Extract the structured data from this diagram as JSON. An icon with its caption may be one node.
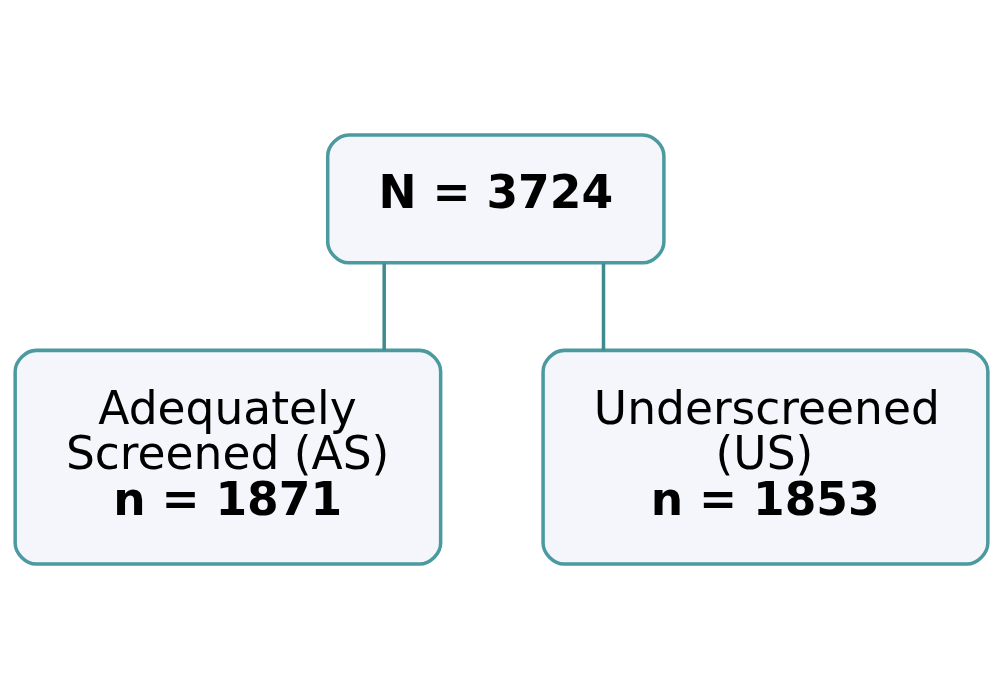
{
  "diagram": {
    "nodes": [
      {
        "text": [
          "N = 3724"
        ]
      },
      {
        "text": [
          "Adequately Screened (AS)",
          "n = 1871"
        ]
      },
      {
        "text": [
          "Underscreened (US)",
          "n = 1853"
        ]
      }
    ],
    "edges": [
      {
        "from": 0,
        "to": 1,
        "arrow": "none"
      },
      {
        "from": 0,
        "to": 2,
        "arrow": "none"
      }
    ]
  }
}
